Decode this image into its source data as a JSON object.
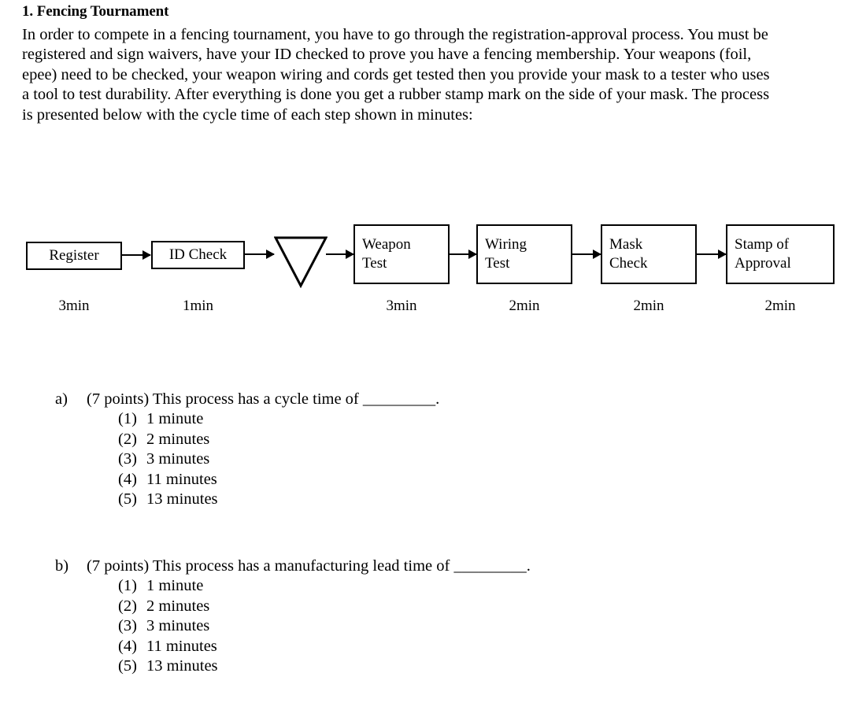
{
  "document": {
    "title": "1. Fencing Tournament",
    "intro_paragraph": "In order to compete in a fencing tournament, you have to go through the registration-approval process. You must be registered and sign waivers, have your ID checked to prove you have a fencing membership. Your weapons (foil, epee) need to be checked, your weapon wiring and cords get tested then you provide your mask to a tester who uses a tool to test durability. After everything is done you get a rubber stamp mark on the side of your mask. The process is presented below with the cycle time of each step shown in minutes:"
  },
  "diagram": {
    "steps": [
      {
        "label": "Register",
        "time": "3min",
        "shape": "box"
      },
      {
        "label": "ID Check",
        "time": "1min",
        "shape": "box"
      },
      {
        "label": "",
        "time": "",
        "shape": "inventory-triangle"
      },
      {
        "label": "Weapon\nTest",
        "time": "3min",
        "shape": "box"
      },
      {
        "label": "Wiring\nTest",
        "time": "2min",
        "shape": "box"
      },
      {
        "label": "Mask\nCheck",
        "time": "2min",
        "shape": "box"
      },
      {
        "label": "Stamp of\nApproval",
        "time": "2min",
        "shape": "box"
      }
    ],
    "line_color": "#000000"
  },
  "questions": [
    {
      "letter": "a)",
      "prompt": "(7 points) This process has a cycle time of _________.",
      "options": [
        {
          "marker": "(1)",
          "text": "1 minute"
        },
        {
          "marker": "(2)",
          "text": "2 minutes"
        },
        {
          "marker": "(3)",
          "text": "3 minutes"
        },
        {
          "marker": "(4)",
          "text": "11 minutes"
        },
        {
          "marker": "(5)",
          "text": "13 minutes"
        }
      ]
    },
    {
      "letter": "b)",
      "prompt": "(7 points) This process has a manufacturing lead time of _________.",
      "options": [
        {
          "marker": "(1)",
          "text": "1 minute"
        },
        {
          "marker": "(2)",
          "text": "2 minutes"
        },
        {
          "marker": "(3)",
          "text": "3 minutes"
        },
        {
          "marker": "(4)",
          "text": "11 minutes"
        },
        {
          "marker": "(5)",
          "text": "13 minutes"
        }
      ]
    }
  ]
}
